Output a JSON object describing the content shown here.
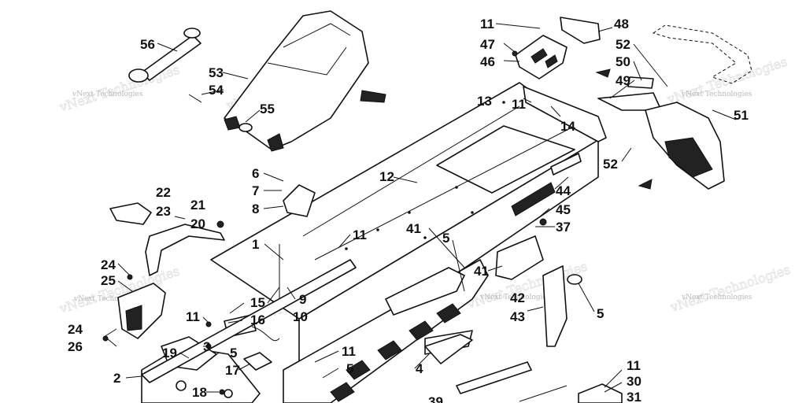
{
  "watermark": {
    "text": "vNext Technologies"
  },
  "callouts": [
    {
      "id": "c56",
      "label": "56"
    },
    {
      "id": "c53",
      "label": "53"
    },
    {
      "id": "c54",
      "label": "54"
    },
    {
      "id": "c55",
      "label": "55"
    },
    {
      "id": "c11a",
      "label": "11"
    },
    {
      "id": "c48",
      "label": "48"
    },
    {
      "id": "c47",
      "label": "47"
    },
    {
      "id": "c46",
      "label": "46"
    },
    {
      "id": "c52a",
      "label": "52"
    },
    {
      "id": "c50",
      "label": "50"
    },
    {
      "id": "c49",
      "label": "49"
    },
    {
      "id": "c13",
      "label": "13"
    },
    {
      "id": "c11b",
      "label": "11"
    },
    {
      "id": "c14",
      "label": "14"
    },
    {
      "id": "c51",
      "label": "51"
    },
    {
      "id": "c52b",
      "label": "52"
    },
    {
      "id": "c12",
      "label": "12"
    },
    {
      "id": "c44",
      "label": "44"
    },
    {
      "id": "c45",
      "label": "45"
    },
    {
      "id": "c37",
      "label": "37"
    },
    {
      "id": "c6",
      "label": "6"
    },
    {
      "id": "c7",
      "label": "7"
    },
    {
      "id": "c8",
      "label": "8"
    },
    {
      "id": "c22",
      "label": "22"
    },
    {
      "id": "c23",
      "label": "23"
    },
    {
      "id": "c21",
      "label": "21"
    },
    {
      "id": "c20",
      "label": "20"
    },
    {
      "id": "c1",
      "label": "1"
    },
    {
      "id": "c11c",
      "label": "11"
    },
    {
      "id": "c41a",
      "label": "41"
    },
    {
      "id": "c5a",
      "label": "5"
    },
    {
      "id": "c41b",
      "label": "41"
    },
    {
      "id": "c42",
      "label": "42"
    },
    {
      "id": "c43",
      "label": "43"
    },
    {
      "id": "c5b",
      "label": "5"
    },
    {
      "id": "c24a",
      "label": "24"
    },
    {
      "id": "c25",
      "label": "25"
    },
    {
      "id": "c9",
      "label": "9"
    },
    {
      "id": "c10",
      "label": "10"
    },
    {
      "id": "c15",
      "label": "15"
    },
    {
      "id": "c16",
      "label": "16"
    },
    {
      "id": "c11d",
      "label": "11"
    },
    {
      "id": "c24b",
      "label": "24"
    },
    {
      "id": "c26",
      "label": "26"
    },
    {
      "id": "c3",
      "label": "3"
    },
    {
      "id": "c5c",
      "label": "5"
    },
    {
      "id": "c19",
      "label": "19"
    },
    {
      "id": "c17",
      "label": "17"
    },
    {
      "id": "c2",
      "label": "2"
    },
    {
      "id": "c18",
      "label": "18"
    },
    {
      "id": "c11e",
      "label": "11"
    },
    {
      "id": "c5d",
      "label": "5"
    },
    {
      "id": "c4",
      "label": "4"
    },
    {
      "id": "c11f",
      "label": "11"
    },
    {
      "id": "c30",
      "label": "30"
    },
    {
      "id": "c31",
      "label": "31"
    },
    {
      "id": "c39",
      "label": "39"
    }
  ]
}
